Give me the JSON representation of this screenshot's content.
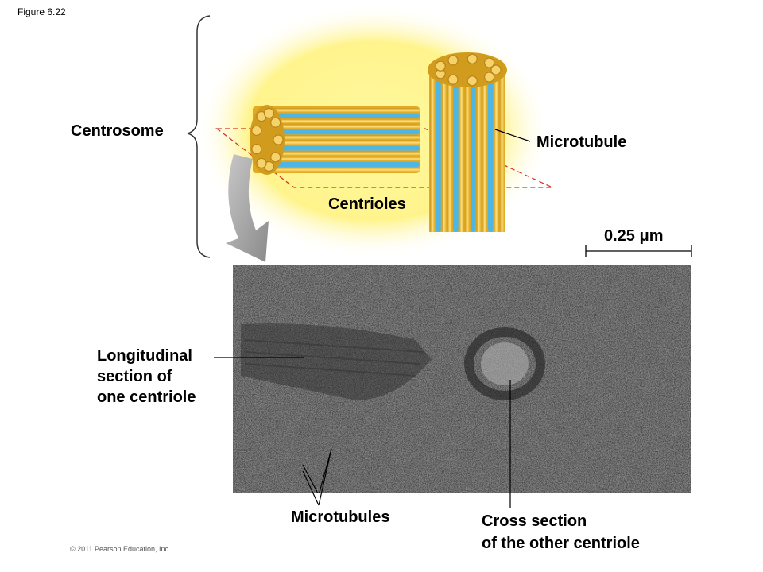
{
  "figure": {
    "title": "Figure 6.22"
  },
  "labels": {
    "centrosome": "Centrosome",
    "centrioles": "Centrioles",
    "microtubule": "Microtubule",
    "scale_bar": "0.25 μm",
    "longitudinal_l1": "Longitudinal",
    "longitudinal_l2": "section of",
    "longitudinal_l3": "one centriole",
    "microtubules": "Microtubules",
    "cross_l1": "Cross section",
    "cross_l2": "of the other centriole"
  },
  "copyright": "© 2011 Pearson Education, Inc.",
  "colors": {
    "glow": "#fff58a",
    "tube_yellow": "#f2c12e",
    "tube_blue": "#4fb6e3",
    "arrow": "#8e8e8e",
    "plane": "#d9342b"
  }
}
